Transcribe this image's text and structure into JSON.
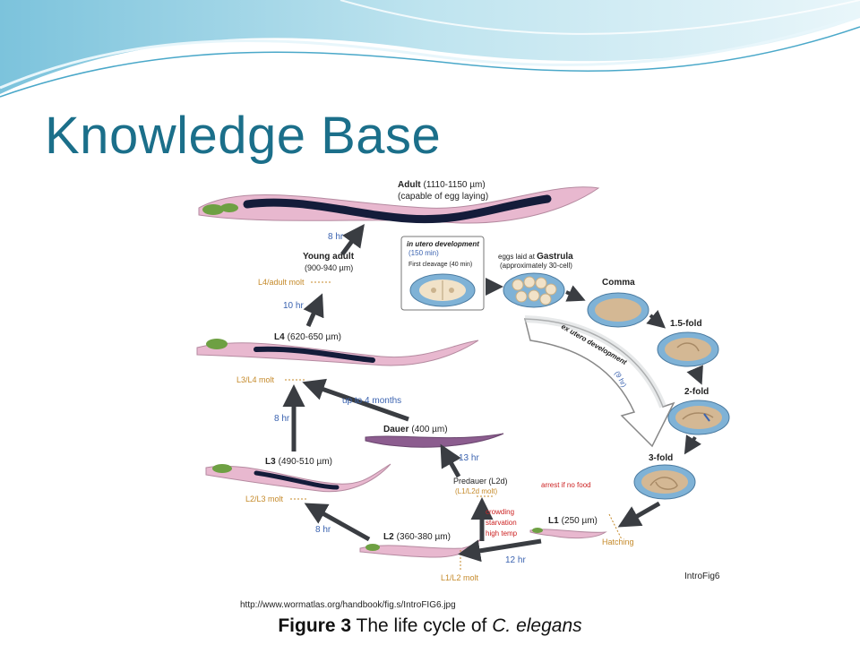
{
  "slide": {
    "title": "Knowledge Base",
    "source_url": "http://www.wormatlas.org/handbook/fig.s/IntroFIG6.jpg",
    "caption_label": "Figure 3",
    "caption_text_before": " The life cycle of ",
    "caption_species": "C. elegans"
  },
  "figure": {
    "id_label": "IntroFig6",
    "stages": {
      "adult": "Adult",
      "adult_size": "(1110-1150 µm)",
      "adult_note": "(capable of egg laying)",
      "young_adult": "Young adult",
      "young_adult_size": "(900-940 µm)",
      "l4": "L4",
      "l4_size": "(620-650 µm)",
      "l3": "L3",
      "l3_size": "(490-510 µm)",
      "l2": "L2",
      "l2_size": "(360-380 µm)",
      "l1": "L1",
      "l1_size": "(250 µm)",
      "dauer": "Dauer",
      "dauer_size": "(400 µm)",
      "predauer": "Predauer (L2d)",
      "predauer_molt": "(L1/L2d molt)"
    },
    "molts": {
      "l4_adult": "L4/adult molt",
      "l3_l4": "L3/L4 molt",
      "l2_l3": "L2/L3 molt",
      "l1_l2": "L1/L2 molt",
      "hatching": "Hatching"
    },
    "durations": {
      "young_to_adult": "8 hr",
      "l4_to_young": "10 hr",
      "l3_to_l4": "8 hr",
      "l2_to_l3": "8 hr",
      "l1_to_l2": "12 hr",
      "predauer_to_dauer": "13 hr",
      "dauer_to_l4": "up to 4 months"
    },
    "inset": {
      "title": "in utero development",
      "duration": "(150 min)",
      "first_cleavage": "First cleavage (40  min)"
    },
    "embryo": {
      "eggs_laid_prefix": "eggs laid at ",
      "gastrula": "Gastrula",
      "gastrula_note": "(approximately 30-cell)",
      "comma": "Comma",
      "fold_15": "1.5-fold",
      "fold_2": "2-fold",
      "fold_3": "3-fold",
      "ex_utero": "ex utero development",
      "ex_utero_duration": "(9 hr)"
    },
    "conditions": {
      "arrest": "arrest if no food",
      "crowding": "crowding",
      "starvation": "starvation",
      "high_temp": "high temp"
    },
    "colors": {
      "dark_arrow": "#3a3d42",
      "blue_label": "#3b63b0",
      "orange_label": "#c58a2a",
      "red_label": "#cc2222",
      "worm_pink": "#e8b8cf",
      "worm_navy": "#141c3a",
      "worm_green": "#6ea043",
      "egg_blue": "#7fb2d6",
      "title_teal": "#1b6f8a"
    }
  }
}
